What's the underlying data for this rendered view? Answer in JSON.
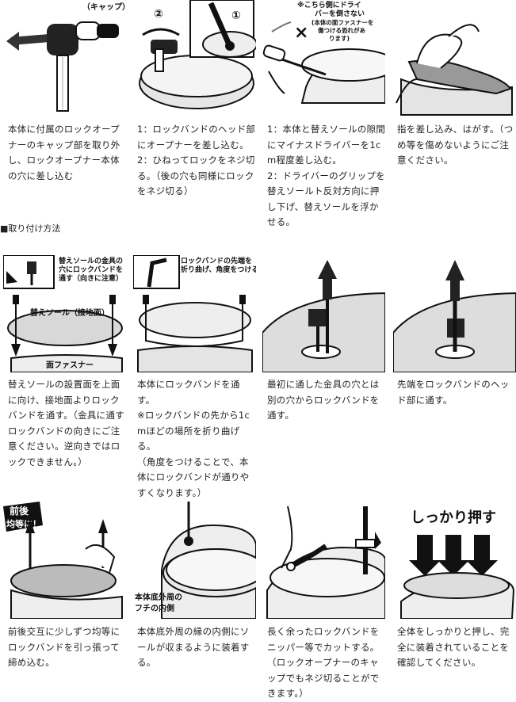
{
  "section_heading": "■取り付け方法",
  "row1": {
    "panels": [
      {
        "labels": {
          "cap": "（キャップ）"
        }
      },
      {
        "labels": {
          "step2": "②",
          "step1": "①"
        }
      },
      {
        "labels": {
          "warn1": "※こちら側にドライ",
          "warn2": "バーを倒さない",
          "warn3": "(本体の面ファスナーを",
          "warn4": "傷つける恐れがあ",
          "warn5": "ります)"
        }
      },
      {
        "labels": {}
      }
    ],
    "captions": [
      "本体に付属のロックオープナーのキャップ部を取り外し、ロックオープナー本体の穴に差し込む",
      "1：ロックバンドのヘッド部にオープナーを差し込む。\n2：ひねってロックをネジ切る。（後の穴も同様にロックをネジ切る）",
      "1：本体と替えソールの隙間にマイナスドライバーを1cm程度差し込む。\n2：ドライバーのグリップを替えソールト反対方向に押し下げ、替えソールを浮かせる。",
      "指を差し込み、はがす。（つめ等を傷めないようにご注意ください。"
    ]
  },
  "row2": {
    "panels": [
      {
        "labels": {
          "note1": "替えソールの金具の",
          "note2": "穴にロックバンドを",
          "note3": "通す（向きに注意）",
          "sole": "替えソール（接地面）",
          "fastener": "面ファスナー"
        }
      },
      {
        "labels": {
          "note1": "ロックバンドの先端を",
          "note2": "折り曲げ、角度をつける"
        }
      },
      {
        "labels": {}
      },
      {
        "labels": {}
      }
    ],
    "captions": [
      "替えソールの設置面を上面に向け、接地面よりロックバンドを通す。（金具に通すロックバンドの向きにご注意ください。逆向きではロックできません。）",
      "本体にロックバンドを通す。\n※ロックバンドの先から1cmほどの場所を折り曲げる。\n（角度をつけることで、本体にロックバンドが通りやすくなります。）",
      "最初に通した金具の穴とは別の穴からロックバンドを通す。",
      "先端をロックバンドのヘッド部に通す。"
    ]
  },
  "row3": {
    "panels": [
      {
        "labels": {
          "badge1": "前後",
          "badge2": "均等に！"
        }
      },
      {
        "labels": {
          "edge1": "本体底外周の",
          "edge2": "フチの内側"
        }
      },
      {
        "labels": {}
      },
      {
        "labels": {
          "press": "しっかり押す"
        }
      }
    ],
    "captions": [
      "前後交互に少しずつ均等にロックバンドを引っ張って締め込む。",
      "本体底外周の縁の内側にソールが収まるように装着する。",
      "長く余ったロックバンドをニッパー等でカットする。（ロックオープナーのキャップでもネジ切ることができます。）",
      "全体をしっかりと押し、完全に装着されていることを確認してください。"
    ]
  }
}
